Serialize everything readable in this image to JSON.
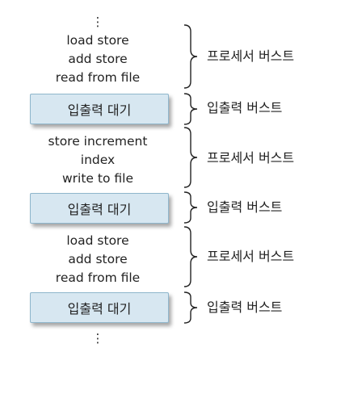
{
  "ellipsis": "⋮",
  "blocks": [
    {
      "kind": "code",
      "lines": [
        "load store",
        "add store",
        "read from file"
      ],
      "label": "프로세서 버스트"
    },
    {
      "kind": "wait",
      "text": "입출력 대기",
      "label": "입출력 버스트"
    },
    {
      "kind": "code",
      "lines": [
        "store increment",
        "index",
        "write to file"
      ],
      "label": "프로세서 버스트"
    },
    {
      "kind": "wait",
      "text": "입출력 대기",
      "label": "입출력 버스트"
    },
    {
      "kind": "code",
      "lines": [
        "load store",
        "add store",
        "read from file"
      ],
      "label": "프로세서 버스트"
    },
    {
      "kind": "wait",
      "text": "입출력 대기",
      "label": "입출력 버스트"
    }
  ]
}
